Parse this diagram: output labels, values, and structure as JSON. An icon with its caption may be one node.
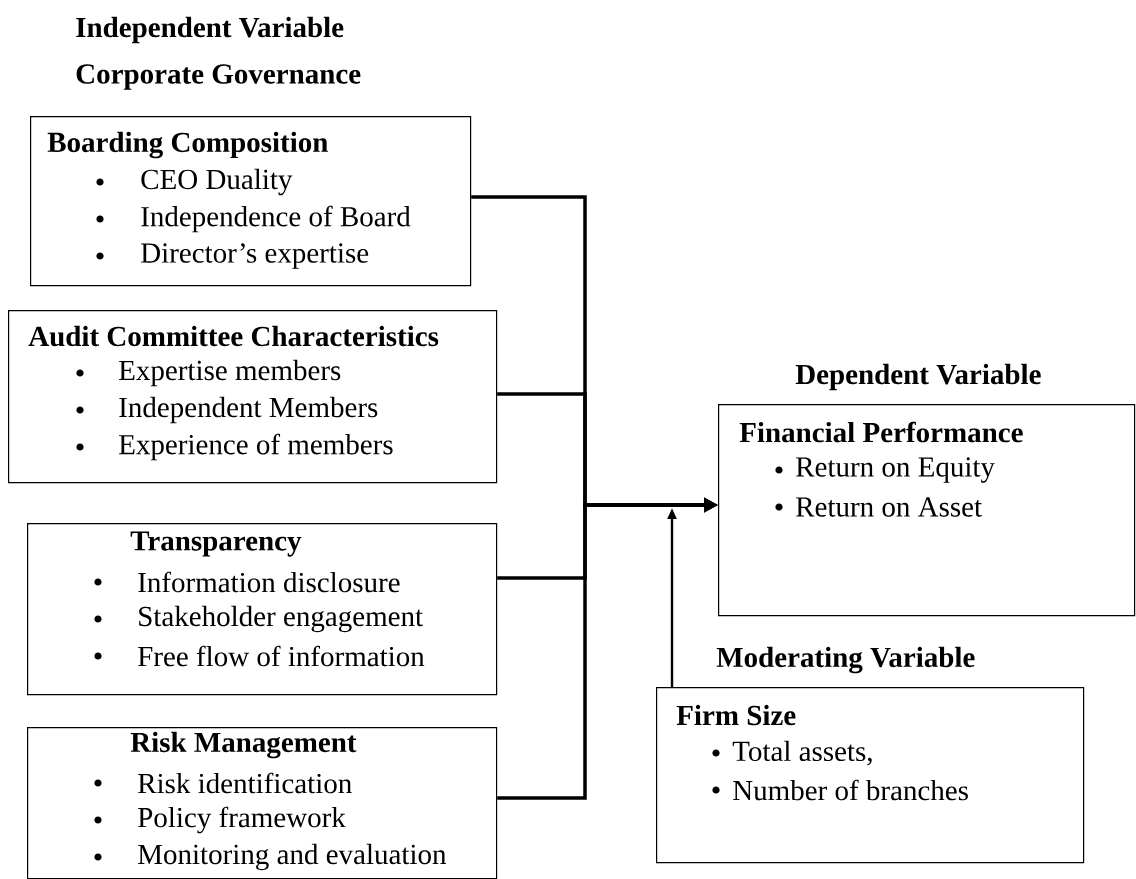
{
  "diagram": {
    "nodes": [
      {
        "text": [
          "Boarding Composition",
          "CEO Duality",
          "Independence of Board",
          "Director’s expertise"
        ]
      },
      {
        "text": [
          "Audit Committee Characteristics",
          "Expertise members",
          "Independent Members",
          "Experience of members"
        ]
      },
      {
        "text": [
          "Transparency",
          "Information disclosure",
          "Stakeholder engagement",
          "Free flow of information"
        ]
      },
      {
        "text": [
          "Risk Management",
          "Risk identification",
          "Policy framework",
          "Monitoring and evaluation"
        ]
      },
      {
        "text": [
          "Dependent Variable",
          "Financial Performance",
          "Return on Equity",
          "Return on Asset"
        ]
      },
      {
        "text": [
          "Moderating Variable",
          "Firm Size",
          "Total assets,",
          "Number of branches"
        ]
      }
    ],
    "edges": [
      {
        "from": 0,
        "to": 4,
        "arrow": "to"
      },
      {
        "from": 1,
        "to": 4,
        "arrow": "to"
      },
      {
        "from": 2,
        "to": 4,
        "arrow": "to"
      },
      {
        "from": 3,
        "to": 4,
        "arrow": "to"
      },
      {
        "from": 5,
        "to": null,
        "arrow": "to"
      }
    ],
    "labels": [
      "Independent Variable",
      "Corporate Governance"
    ]
  }
}
